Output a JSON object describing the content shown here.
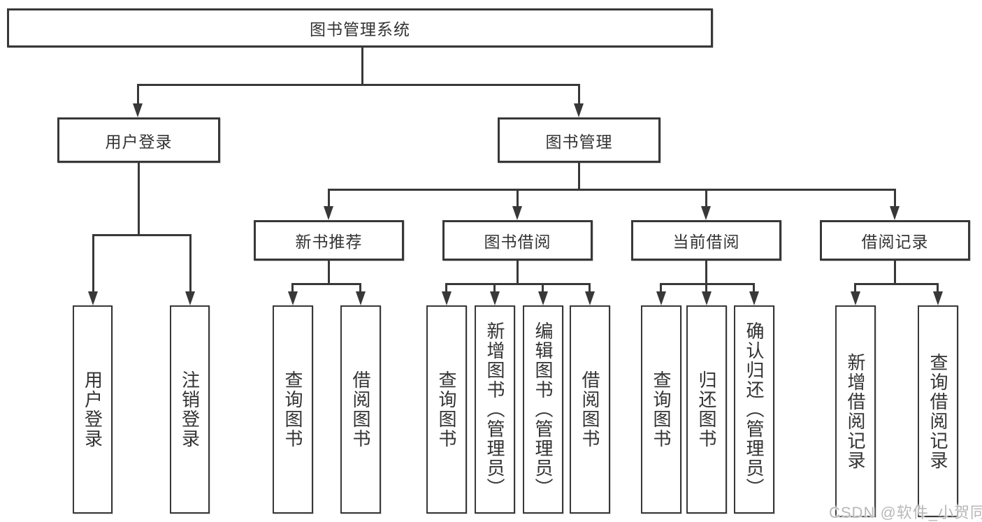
{
  "colors": {
    "line": "#383838",
    "text": "#333333",
    "watermark": "#b8b8b8",
    "background": "#ffffff"
  },
  "diagram": {
    "root": {
      "label": "图书管理系统"
    },
    "level2": {
      "user_login": {
        "label": "用户登录"
      },
      "book_management": {
        "label": "图书管理"
      }
    },
    "level3": {
      "new_book_recommend": {
        "label": "新书推荐"
      },
      "book_borrowing": {
        "label": "图书借阅"
      },
      "current_borrowing": {
        "label": "当前借阅"
      },
      "borrowing_records": {
        "label": "借阅记录"
      }
    },
    "leaves": {
      "user_login": [
        "用户登录",
        "注销登录"
      ],
      "new_book_recommend": [
        "查询图书",
        "借阅图书"
      ],
      "book_borrowing": [
        "查询图书",
        "新增图书（管理员）",
        "编辑图书（管理员）",
        "借阅图书"
      ],
      "current_borrowing": [
        "查询图书",
        "归还图书",
        "确认归还（管理员）"
      ],
      "borrowing_records": [
        "新增借阅记录",
        "查询借阅记录"
      ]
    }
  },
  "watermark": {
    "text": "CSDN @软件_小贺同学"
  }
}
